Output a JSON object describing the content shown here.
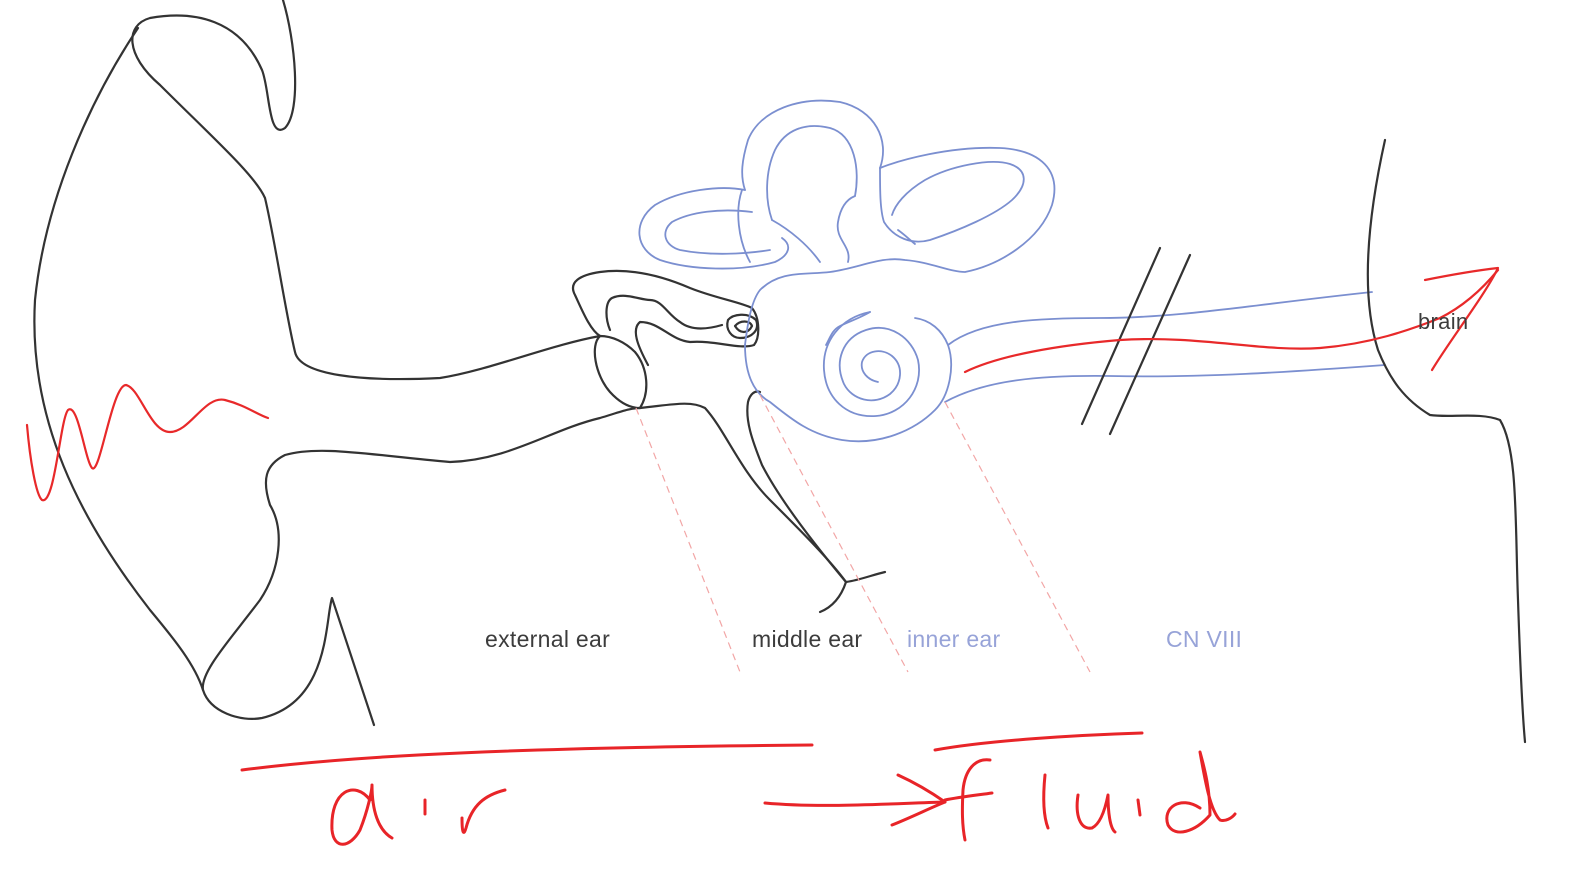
{
  "labels": {
    "external_ear": "external ear",
    "middle_ear": "middle ear",
    "inner_ear": "inner ear",
    "cn_viii": "CN VIII",
    "brain": "brain"
  },
  "handwriting": {
    "air": "air",
    "fluid": "fluid"
  },
  "colors": {
    "outline": "#333333",
    "inner_ear": "#7b8fd0",
    "annotation": "#e8292a"
  }
}
